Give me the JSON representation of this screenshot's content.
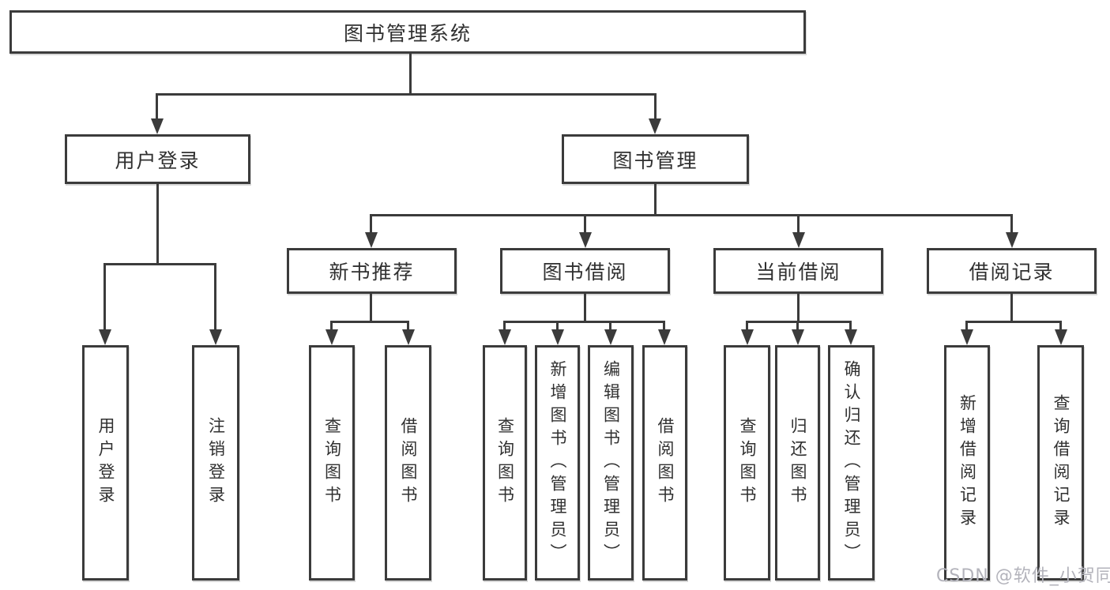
{
  "diagram": {
    "title": "图书管理系统",
    "root": {
      "label": "图书管理系统"
    },
    "level2": [
      {
        "id": "user-login",
        "label": "用户登录"
      },
      {
        "id": "book-management",
        "label": "图书管理"
      }
    ],
    "level3": [
      {
        "id": "new-book-recommend",
        "label": "新书推荐"
      },
      {
        "id": "book-borrow",
        "label": "图书借阅"
      },
      {
        "id": "current-borrow",
        "label": "当前借阅"
      },
      {
        "id": "borrow-record",
        "label": "借阅记录"
      }
    ],
    "leaves": {
      "user_login": [
        "用户登录",
        "注销登录"
      ],
      "new_book": [
        "查询图书",
        "借阅图书"
      ],
      "book_borrow": [
        "查询图书",
        "新增图书（管理员）",
        "编辑图书（管理员）",
        "借阅图书"
      ],
      "current_borrow": [
        "查询图书",
        "归还图书",
        "确认归还（管理员）"
      ],
      "borrow_record": [
        "新增借阅记录",
        "查询借阅记录"
      ]
    }
  },
  "watermark": {
    "text": "CSDN @软件_小贺同学"
  },
  "colors": {
    "line": "#3b3b3b",
    "text": "#303030",
    "watermark": "#b3b3bb",
    "background": "#ffffff"
  }
}
